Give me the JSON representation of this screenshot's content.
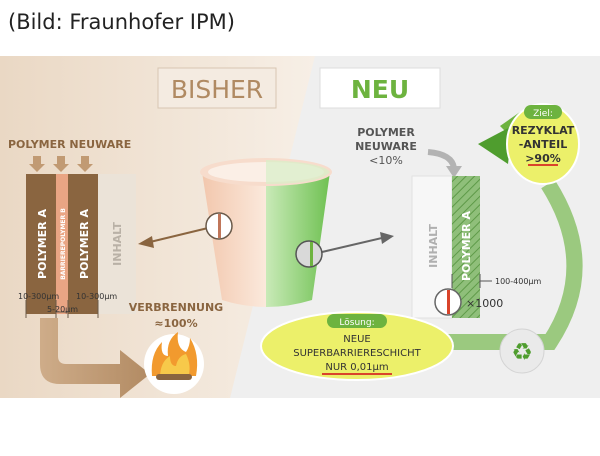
{
  "caption": "(Bild: Fraunhofer IPM)",
  "left": {
    "title": "BISHER",
    "feed_label": "POLYMER NEUWARE",
    "layers": [
      "POLYMER A",
      "BARRIEREPOLYMER B",
      "POLYMER A",
      "INHALT"
    ],
    "dim_a": "10-300µm",
    "dim_b": "10-300µm",
    "dim_barrier": "5-20µm",
    "burn_label": "VERBRENNUNG",
    "burn_value": "≈100%"
  },
  "right": {
    "title": "NEU",
    "feed_label_1": "POLYMER",
    "feed_label_2": "NEUWARE",
    "feed_value": "<10%",
    "layers": [
      "INHALT",
      "POLYMER A"
    ],
    "dim": "100-400µm",
    "magnify": "×1000",
    "goal_head": "Ziel:",
    "goal_line1": "REZYKLAT",
    "goal_line2": "-ANTEIL",
    "goal_value": ">90%",
    "solution_head": "Lösung:",
    "solution_line1": "NEUE",
    "solution_line2": "SUPERBARRIERESCHICHT",
    "solution_line3": "NUR 0,01µm"
  },
  "colors": {
    "brown": "#8a6540",
    "green": "#6db33f",
    "dark_green": "#3f8a2d",
    "yellow": "#ecf06a",
    "red": "#d9442b"
  }
}
